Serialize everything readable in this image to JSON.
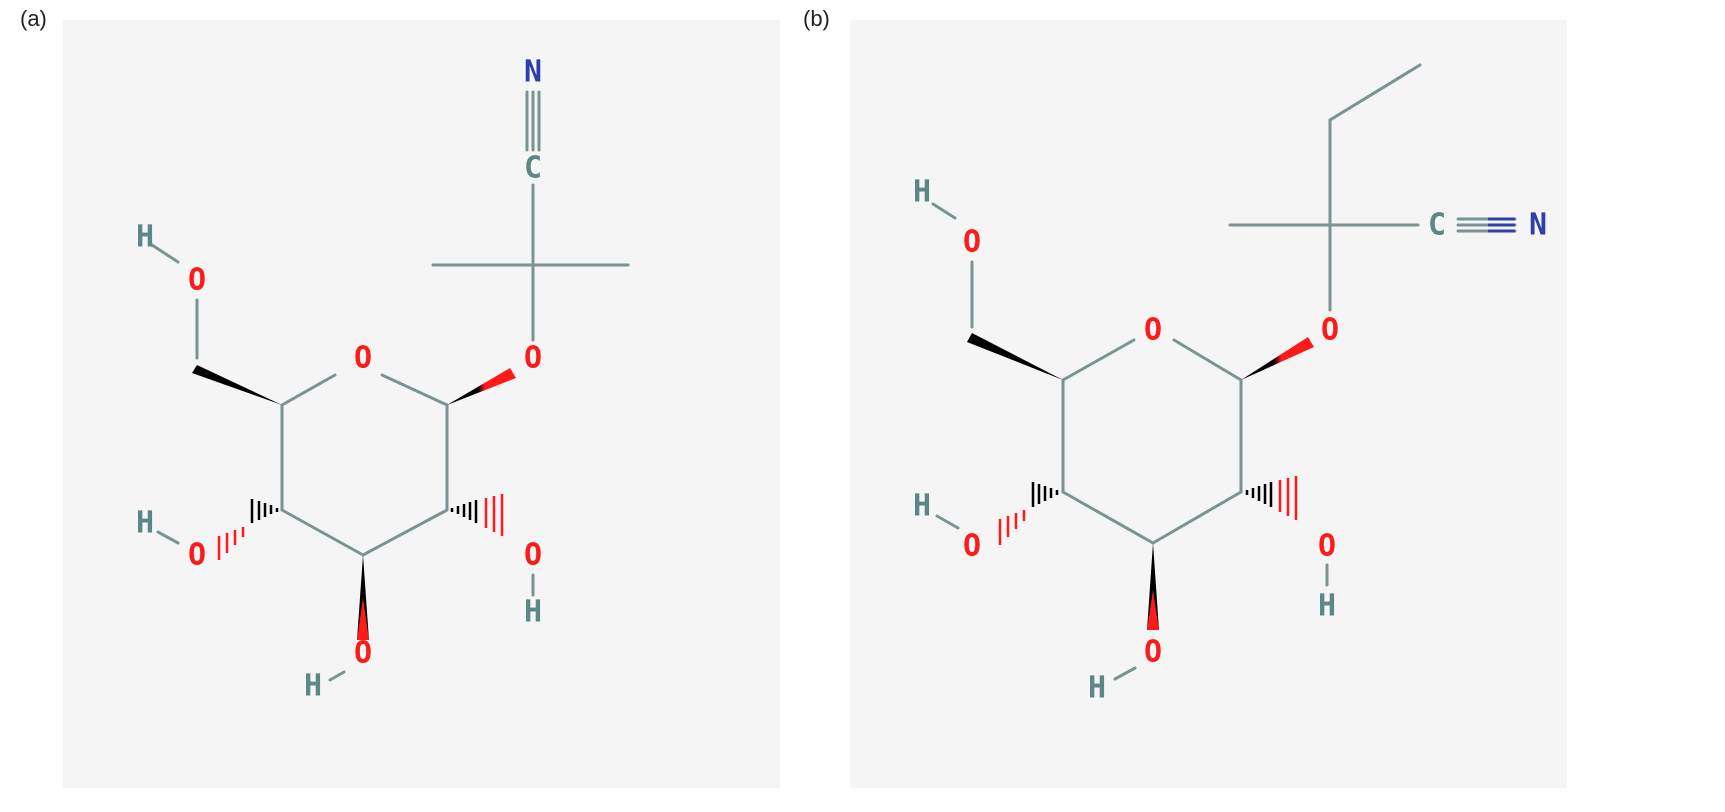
{
  "figure": {
    "panel_a": {
      "label": "(a)",
      "atoms": {
        "n": "N",
        "c": "C",
        "o_link": "O",
        "o_ring": "O",
        "o_ch2": "O",
        "h_ch2": "H",
        "o2": "O",
        "h2": "H",
        "o3": "O",
        "h3": "H",
        "o4": "O",
        "h4": "H"
      }
    },
    "panel_b": {
      "label": "(b)",
      "atoms": {
        "n": "N",
        "c": "C",
        "o_link": "O",
        "o_ring": "O",
        "o_ch2": "O",
        "h_ch2": "H",
        "o2": "O",
        "h2": "H",
        "o3": "O",
        "h3": "H",
        "o4": "O",
        "h4": "H"
      }
    },
    "colors": {
      "bond": "#7a9494",
      "carbon_hydrogen": "#5c8787",
      "oxygen": "#ff1a1a",
      "nitrogen": "#2f3fa8",
      "wedge": "#000000"
    }
  }
}
